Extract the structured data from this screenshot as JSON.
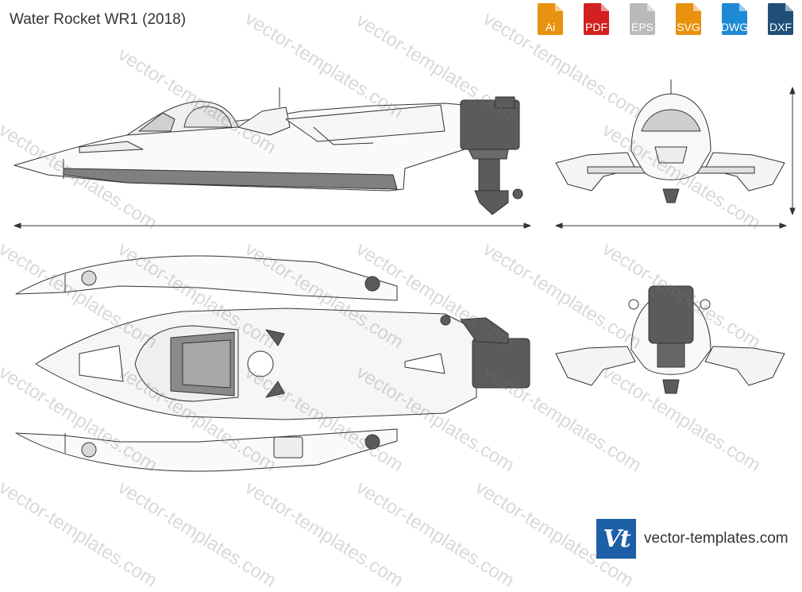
{
  "title": "Water Rocket WR1 (2018)",
  "formats": [
    {
      "label": "Ai",
      "color": "#e8920f"
    },
    {
      "label": "PDF",
      "color": "#d32020"
    },
    {
      "label": "EPS",
      "color": "#b9b9b9"
    },
    {
      "label": "SVG",
      "color": "#e8920f"
    },
    {
      "label": "DWG",
      "color": "#1e8ad6"
    },
    {
      "label": "DXF",
      "color": "#1f4e79"
    }
  ],
  "watermark": "vector-templates.com",
  "brand": {
    "logo": "Vt",
    "site": "vector-templates.com"
  },
  "colors": {
    "engine": "#5b5b5b",
    "stripe": "#808080",
    "outline": "#333333"
  }
}
